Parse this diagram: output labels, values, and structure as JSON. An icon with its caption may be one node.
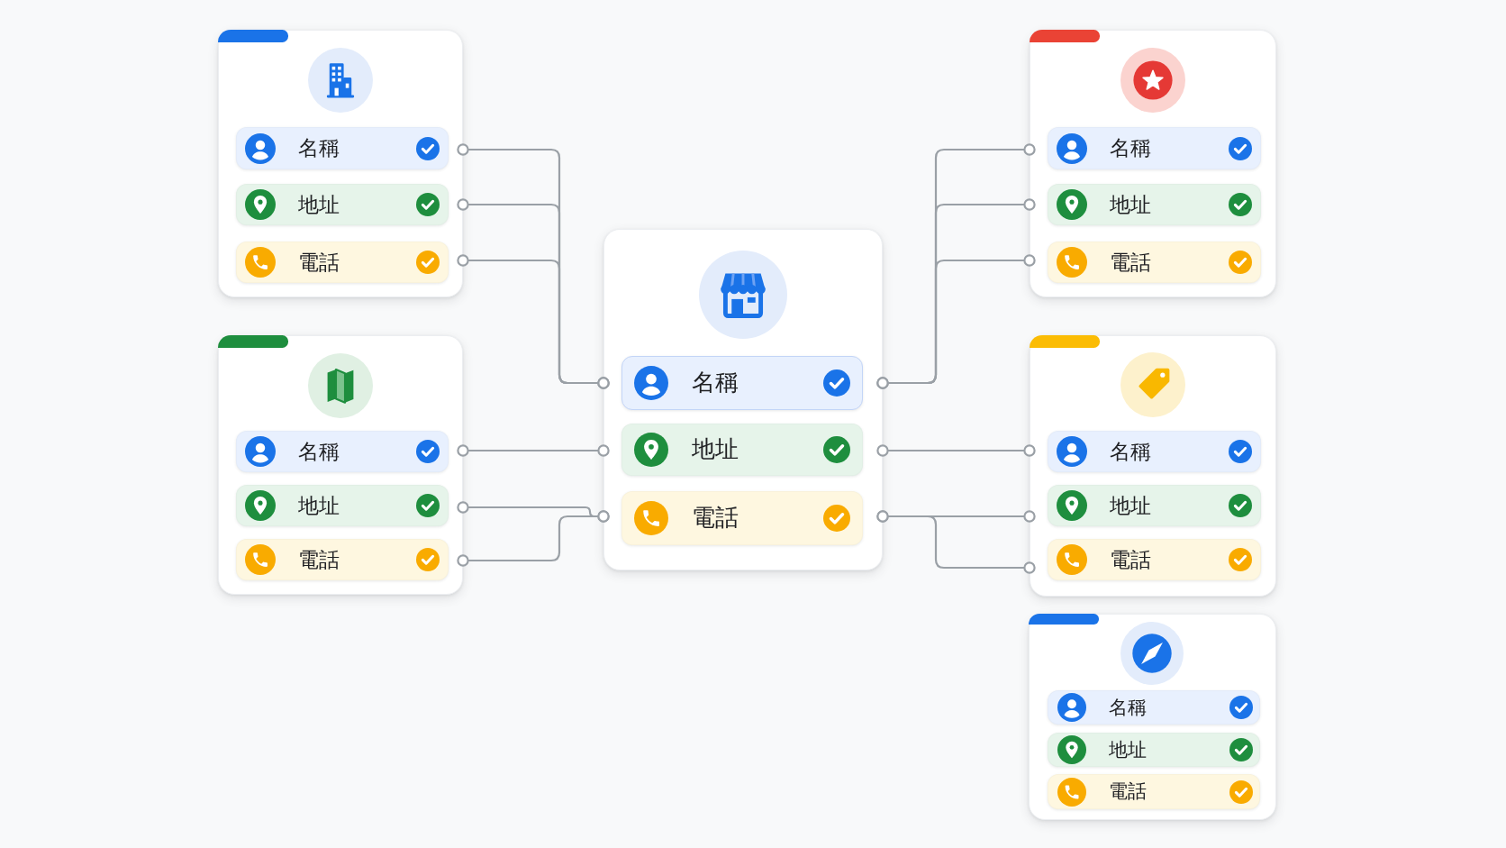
{
  "diagram": {
    "nodes": [
      {
        "text": [],
        "shape": "box"
      },
      {
        "text": [
          "名稱"
        ],
        "in": 0
      },
      {
        "text": [
          "地址"
        ],
        "in": 0
      },
      {
        "text": [
          "電話"
        ],
        "in": 0
      },
      {
        "text": [],
        "shape": "box"
      },
      {
        "text": [
          "名稱"
        ],
        "in": 4
      },
      {
        "text": [
          "地址"
        ],
        "in": 4
      },
      {
        "text": [
          "電話"
        ],
        "in": 4
      },
      {
        "text": [],
        "shape": "box"
      },
      {
        "text": [
          "名稱"
        ],
        "in": 8
      },
      {
        "text": [
          "地址"
        ],
        "in": 8
      },
      {
        "text": [
          "電話"
        ],
        "in": 8
      },
      {
        "text": [],
        "shape": "box"
      },
      {
        "text": [
          "名稱"
        ],
        "in": 12
      },
      {
        "text": [
          "地址"
        ],
        "in": 12
      },
      {
        "text": [
          "電話"
        ],
        "in": 12
      },
      {
        "text": [],
        "shape": "box"
      },
      {
        "text": [
          "名稱"
        ],
        "in": 16
      },
      {
        "text": [
          "地址"
        ],
        "in": 16
      },
      {
        "text": [
          "電話"
        ],
        "in": 16
      },
      {
        "text": [],
        "shape": "box"
      },
      {
        "text": [
          "名稱"
        ],
        "in": 20
      },
      {
        "text": [
          "地址"
        ],
        "in": 20
      },
      {
        "text": [
          "電話"
        ],
        "in": 20
      }
    ],
    "edges": [
      {
        "from": 1,
        "to": 9,
        "arrow": "other"
      },
      {
        "from": 2,
        "to": 9,
        "arrow": "other"
      },
      {
        "from": 3,
        "to": 9,
        "arrow": "other"
      },
      {
        "from": 5,
        "to": 10,
        "arrow": "other"
      },
      {
        "from": 6,
        "to": 11,
        "arrow": "other"
      },
      {
        "from": 7,
        "to": 11,
        "arrow": "other"
      },
      {
        "from": 9,
        "to": 13,
        "arrow": "other"
      },
      {
        "from": 9,
        "to": 14,
        "arrow": "other"
      },
      {
        "from": 9,
        "to": 15,
        "arrow": "other"
      },
      {
        "from": 10,
        "to": 17,
        "arrow": "other"
      },
      {
        "from": 11,
        "to": 18,
        "arrow": "other"
      },
      {
        "from": 11,
        "to": 19,
        "arrow": "other"
      }
    ]
  }
}
